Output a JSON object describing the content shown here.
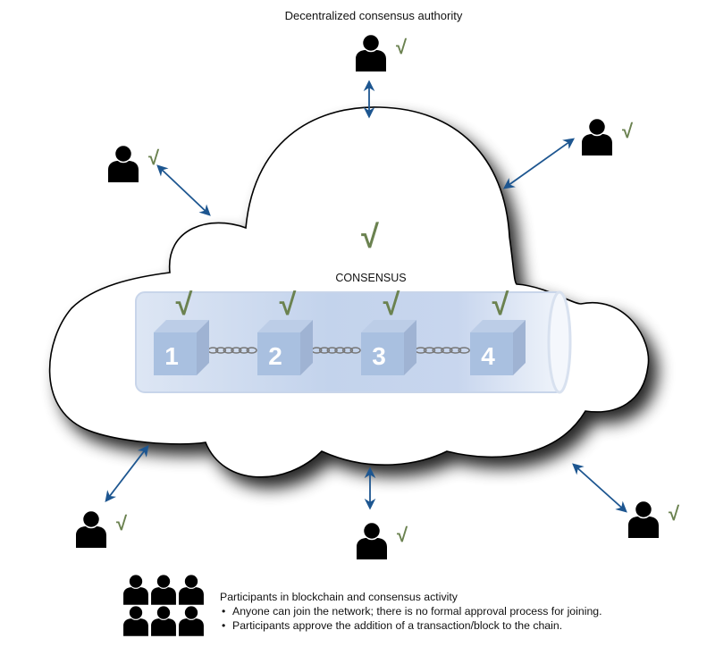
{
  "title": "Decentralized consensus authority",
  "cloud": {
    "label": "CONSENSUS",
    "check_glyph": "√"
  },
  "chain": {
    "blocks": [
      {
        "label": "1",
        "approved": true
      },
      {
        "label": "2",
        "approved": true
      },
      {
        "label": "3",
        "approved": true
      },
      {
        "label": "4",
        "approved": true
      }
    ],
    "link_icon": "chain-link-icon"
  },
  "participants": [
    {
      "id": "top",
      "approved": true
    },
    {
      "id": "upper-left",
      "approved": true
    },
    {
      "id": "upper-right",
      "approved": true
    },
    {
      "id": "lower-left",
      "approved": true
    },
    {
      "id": "bottom-center",
      "approved": true
    },
    {
      "id": "lower-right",
      "approved": true
    }
  ],
  "legend": {
    "icon": "group-of-people-icon",
    "heading": "Participants in blockchain and consensus activity",
    "bullets": [
      "Anyone can join the network; there is no formal approval process for joining.",
      "Participants approve the addition of a transaction/block to the chain."
    ]
  },
  "colors": {
    "check": "#6b8250",
    "arrow": "#1d5690",
    "block": "#a9c0e0",
    "tube": "#cfdcf0"
  }
}
